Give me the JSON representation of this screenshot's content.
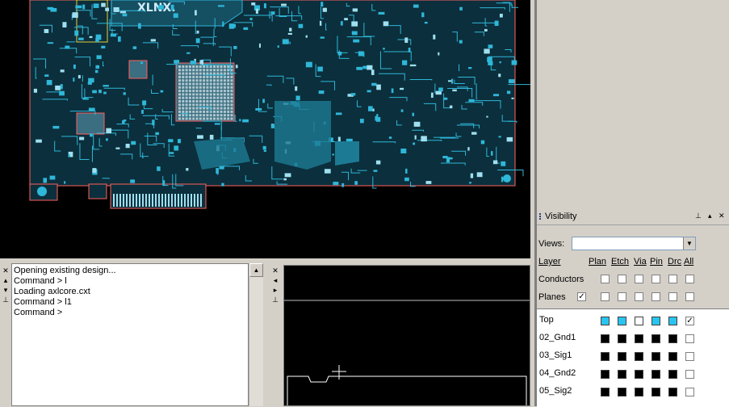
{
  "command": {
    "lines": [
      "Opening existing design...",
      "Command > l",
      "Loading axlcore.cxt",
      "Command > l1",
      "Command >"
    ]
  },
  "visibility": {
    "title": "Visibility",
    "views_label": "Views:",
    "views_value": "",
    "headers": {
      "layer": "Layer",
      "plan": "Plan",
      "etch": "Etch",
      "via": "Via",
      "pin": "Pin",
      "drc": "Drc",
      "all": "All"
    },
    "conductors_label": "Conductors",
    "planes_label": "Planes",
    "layers": [
      {
        "name": "Top",
        "color": "#29c5f0",
        "via_color": "#ffffff",
        "all_checked": true
      },
      {
        "name": "02_Gnd1",
        "color": "#000000",
        "via_color": "#000000",
        "all_checked": false
      },
      {
        "name": "03_Sig1",
        "color": "#000000",
        "via_color": "#000000",
        "all_checked": false
      },
      {
        "name": "04_Gnd2",
        "color": "#000000",
        "via_color": "#000000",
        "all_checked": false
      },
      {
        "name": "05_Sig2",
        "color": "#000000",
        "via_color": "#000000",
        "all_checked": false
      }
    ],
    "icons": {
      "pin": "pin-icon",
      "up": "arrow-up-icon",
      "close": "close-icon"
    }
  },
  "board": {
    "silkscreen_text": "XLNX.",
    "board_color": "#0e3a4a",
    "trace_color": "#2fb7d9",
    "outline_color": "#ff6060"
  }
}
